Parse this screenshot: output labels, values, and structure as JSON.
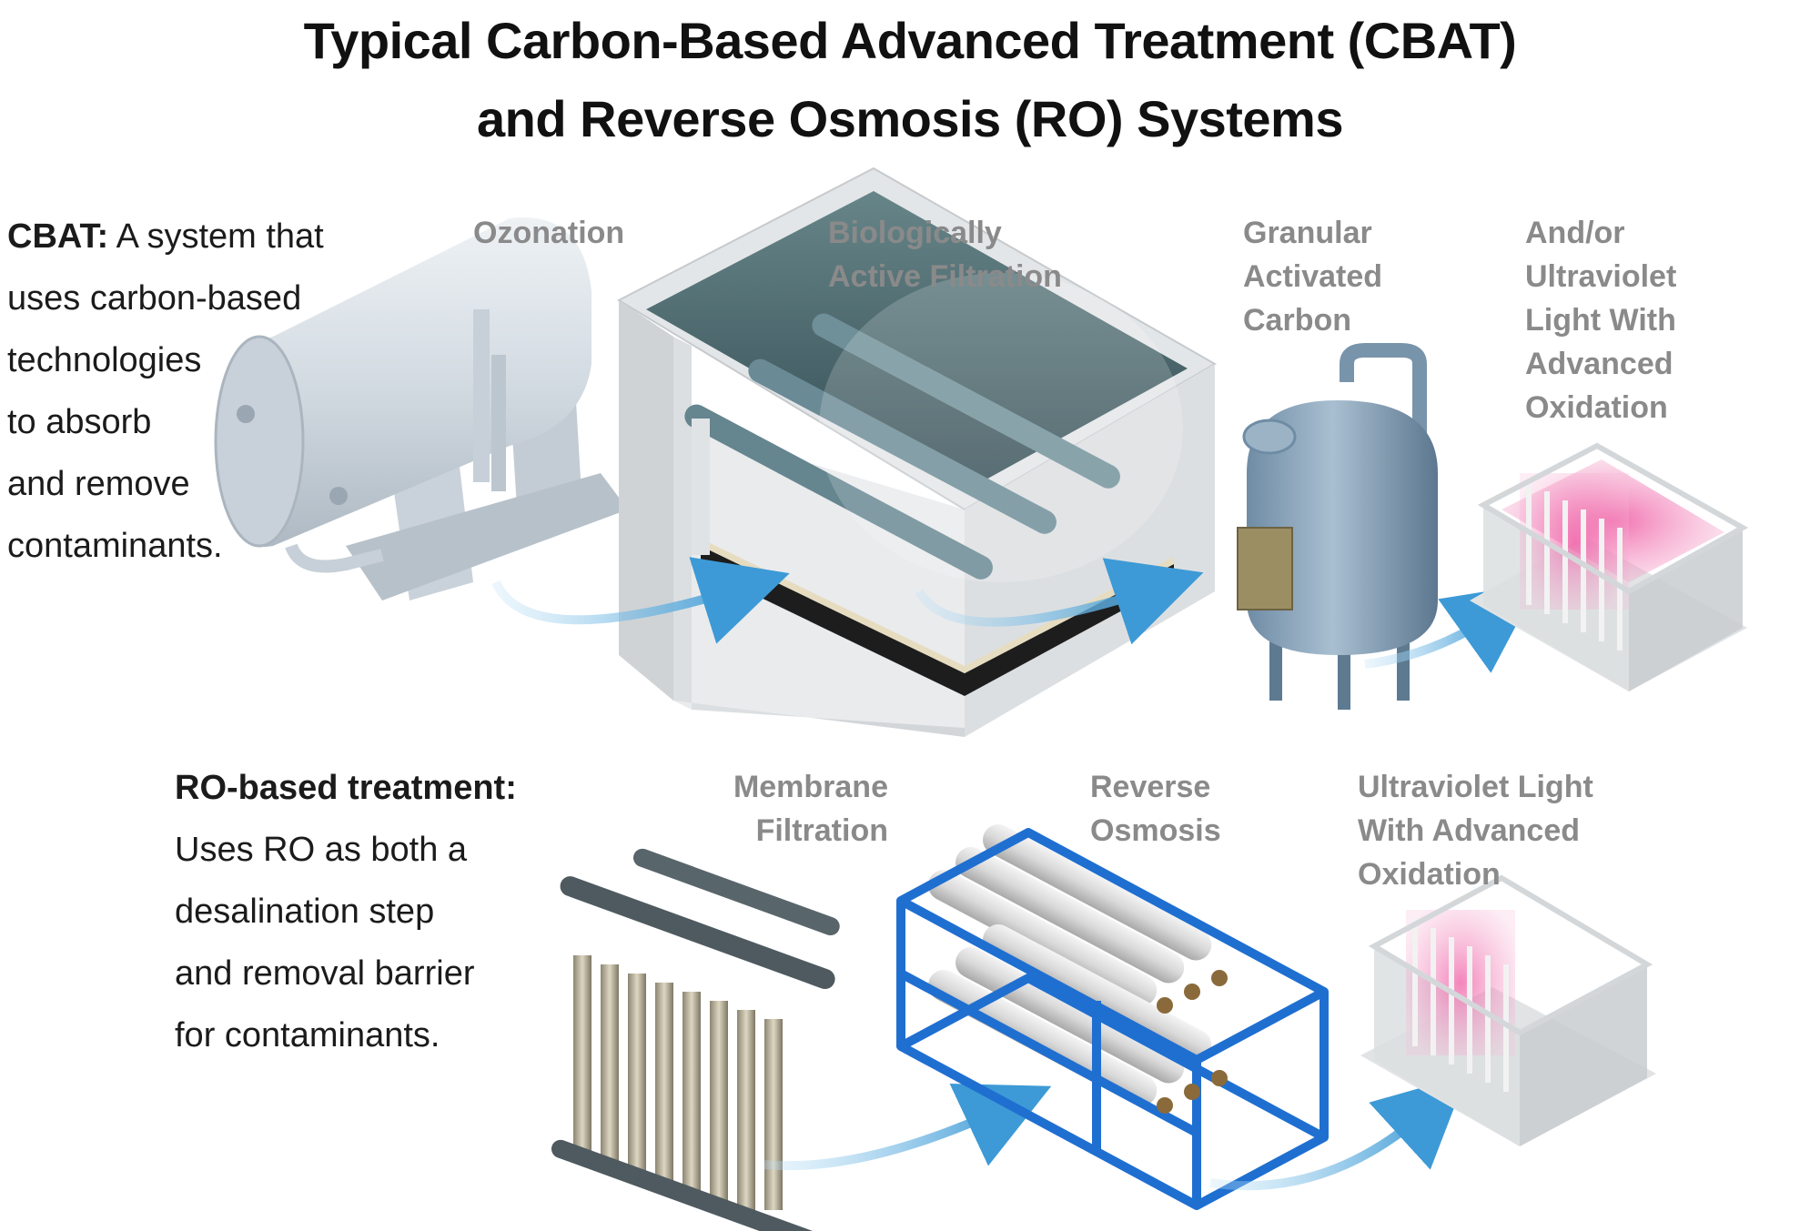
{
  "title": {
    "line1": "Typical Carbon-Based Advanced Treatment (CBAT)",
    "line2": "and Reverse Osmosis (RO) Systems"
  },
  "cbat": {
    "heading": "CBAT:",
    "description_lines": [
      " A system that",
      "uses carbon-based",
      "technologies",
      "to absorb",
      "and remove",
      "contaminants."
    ],
    "stages": {
      "ozonation": "Ozonation",
      "baf": "Biologically\nActive  Filtration",
      "gac": "Granular\nActivated\nCarbon",
      "uv": "And/or\nUltraviolet\nLight With\nAdvanced\nOxidation"
    }
  },
  "ro": {
    "heading": "RO-based treatment:",
    "description_lines": [
      "Uses RO as both a",
      "desalination step",
      "and removal barrier",
      "for contaminants."
    ],
    "stages": {
      "membrane": "Membrane\nFiltration",
      "reverse_osmosis": "Reverse\nOsmosis",
      "uv": "Ultraviolet Light\nWith Advanced\nOxidation"
    }
  },
  "colors": {
    "stage_label": "#8a8a8a",
    "flow_arrow": "#4aa3d8",
    "ro_frame": "#1f6fd1",
    "uv_glow": "#e8519a",
    "equipment_steel": "#d6dde3",
    "basin_water": "#2e4b52"
  }
}
